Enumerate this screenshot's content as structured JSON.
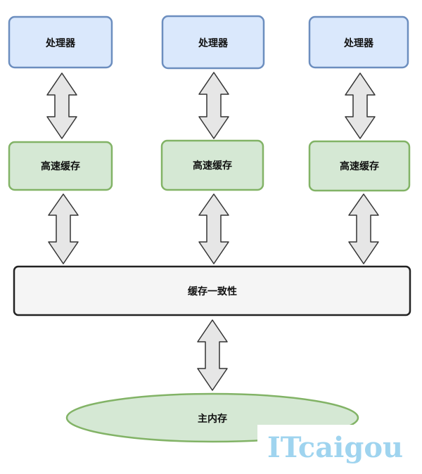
{
  "processors": [
    {
      "label": "处理器"
    },
    {
      "label": "处理器"
    },
    {
      "label": "处理器"
    }
  ],
  "caches": [
    {
      "label": "高速缓存"
    },
    {
      "label": "高速缓存"
    },
    {
      "label": "高速缓存"
    }
  ],
  "coherence": {
    "label": "缓存一致性"
  },
  "main_memory": {
    "label": "主内存"
  },
  "watermark": "ITcaigou",
  "colors": {
    "processor_fill": "#dae8fc",
    "processor_stroke": "#6c8ebf",
    "cache_fill": "#d5e8d4",
    "cache_stroke": "#82b366",
    "coherence_fill": "#f5f5f5",
    "coherence_stroke": "#222222",
    "arrow_fill": "#e6e6e6",
    "arrow_stroke": "#333333",
    "watermark": "#9fd4ef"
  }
}
